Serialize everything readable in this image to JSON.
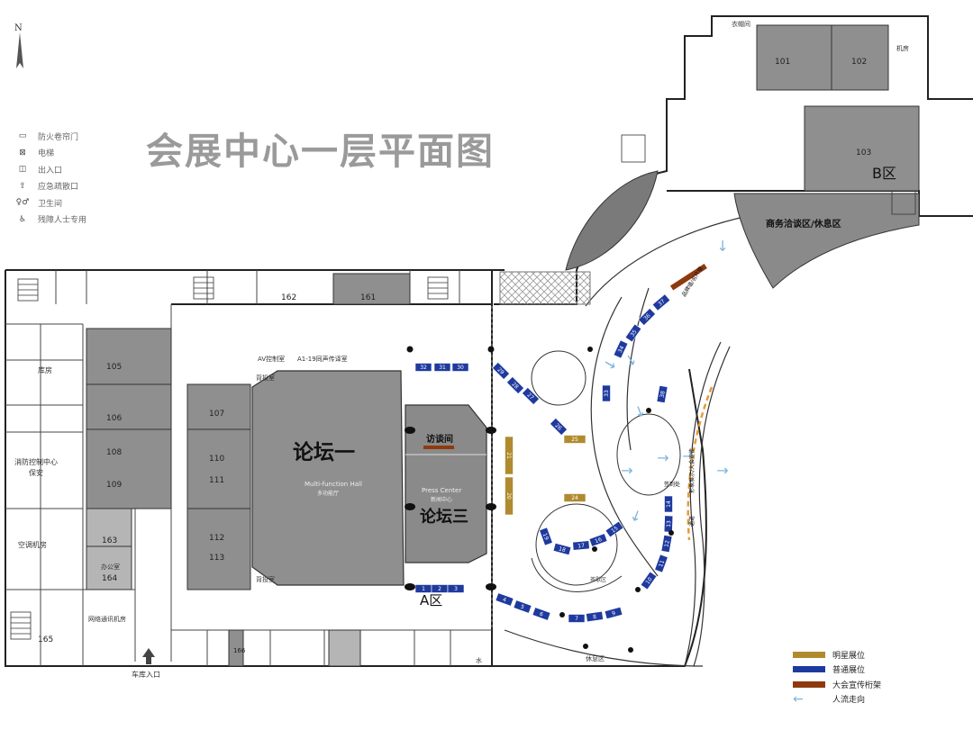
{
  "title": "会展中心一层平面图",
  "north_label": "N",
  "legend_symbols": [
    {
      "label": "防火卷帘门",
      "icon": "fire-shutter-icon"
    },
    {
      "label": "电梯",
      "icon": "elevator-icon"
    },
    {
      "label": "出入口",
      "icon": "entrance-icon"
    },
    {
      "label": "应急疏散口",
      "icon": "emergency-exit-icon"
    },
    {
      "label": "卫生间",
      "icon": "restroom-icon"
    },
    {
      "label": "残障人士专用",
      "icon": "accessible-icon"
    }
  ],
  "legend_booths": [
    {
      "label": "明星展位",
      "color": "#b08a2e"
    },
    {
      "label": "普通展位",
      "color": "#1f3a9e"
    },
    {
      "label": "大会宣传桁架",
      "color": "#8e3a0e"
    },
    {
      "label": "人流走向",
      "color": "#7fb4db"
    }
  ],
  "halls": {
    "forum1": "论坛一",
    "forum1_en": "Multi-function Hall",
    "forum1_cn_small": "多功能厅",
    "forum3": "论坛三",
    "press_en": "Press Center",
    "press_cn": "新闻中心",
    "interview": "访谈间",
    "business": "商务洽谈区/休息区",
    "zone_a": "A区",
    "zone_b": "B区",
    "av_room": "AV控制室",
    "translation": "A1-19同声传译室",
    "projection_top": "背投室",
    "projection_bottom": "背投室",
    "carpark": "车库入口",
    "rest": "休息区",
    "security": "消防控制中心",
    "guard": "保安",
    "aircon": "空调机房",
    "warehouse": "库房",
    "network": "网络通讯机房",
    "office": "办公室",
    "cloakroom": "衣帽间",
    "machine": "机房",
    "sign_board": "品牌墙/名片墙",
    "signin": "签到处",
    "ad_truss": "形象展示/大会宣传",
    "passage": "通道",
    "tea_area": "茶歇区",
    "water": "水"
  },
  "rooms": [
    "101",
    "102",
    "103",
    "105",
    "106",
    "107",
    "108",
    "109",
    "110",
    "111",
    "112",
    "113",
    "161",
    "162",
    "163",
    "164",
    "165",
    "166"
  ],
  "star_booths": [
    "20",
    "21",
    "24",
    "25"
  ],
  "regular_booths": [
    "1",
    "2",
    "3",
    "4",
    "5",
    "6",
    "7",
    "8",
    "9",
    "10",
    "11",
    "12",
    "13",
    "14",
    "15",
    "16",
    "17",
    "18",
    "19",
    "26",
    "27",
    "28",
    "29",
    "30",
    "31",
    "32",
    "33",
    "34",
    "35",
    "36",
    "37",
    "38"
  ],
  "colors": {
    "room_fill": "#8f8f8f",
    "room_light": "#b5b5b5",
    "star": "#b08a2e",
    "regular": "#1f3a9e",
    "truss": "#8e3a0e",
    "flow": "#7fb4db",
    "orange_dash": "#e69a3c"
  }
}
